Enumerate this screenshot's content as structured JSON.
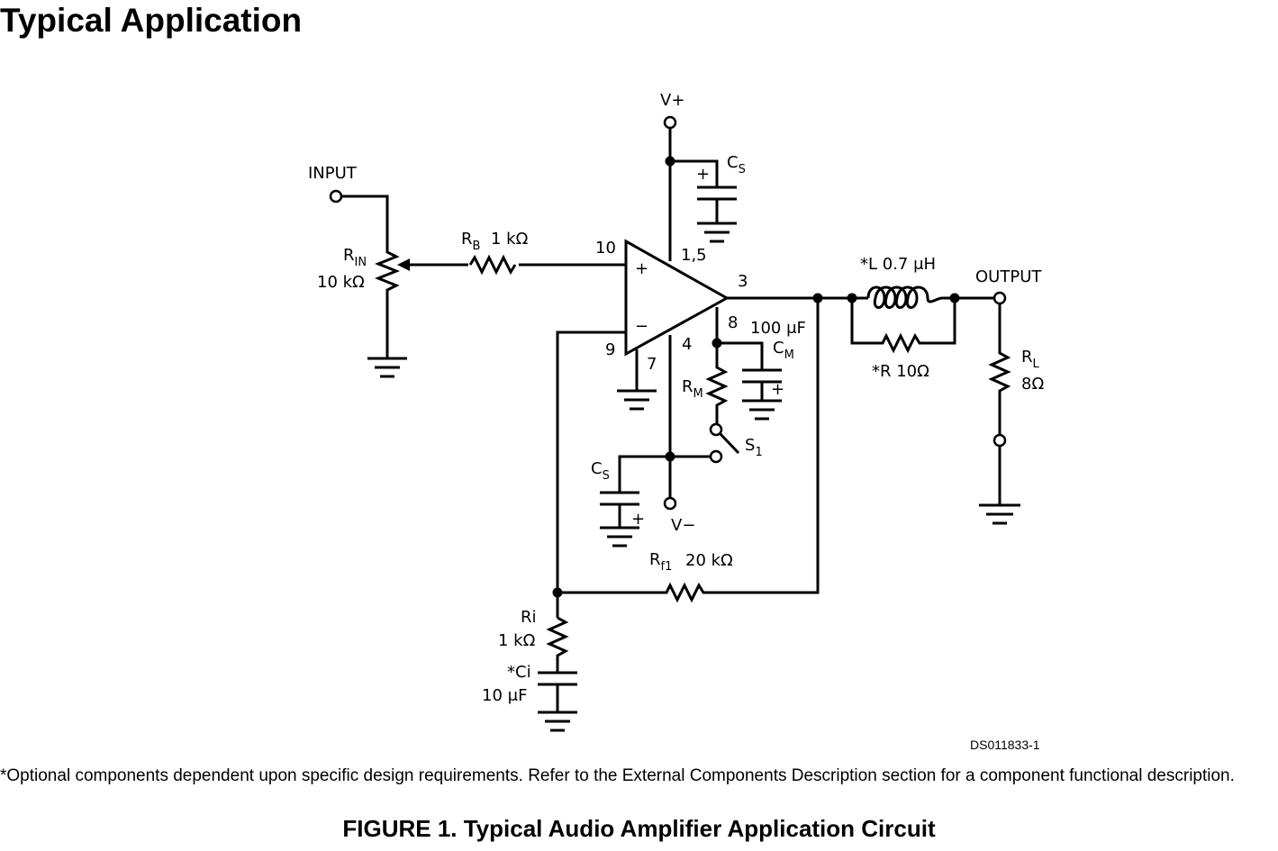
{
  "heading": "Typical Application",
  "diagram": {
    "input_label": "INPUT",
    "output_label": "OUTPUT",
    "vplus": "V+",
    "vminus": "V−",
    "rin": {
      "name": "R",
      "sub": "IN",
      "value": "10 kΩ"
    },
    "rb": {
      "name": "R",
      "sub": "B",
      "value": "1 kΩ"
    },
    "cs_top": {
      "name": "C",
      "sub": "S"
    },
    "cs_bottom": {
      "name": "C",
      "sub": "S"
    },
    "cm": {
      "name": "C",
      "sub": "M",
      "value": "100 μF"
    },
    "rm": {
      "name": "R",
      "sub": "M"
    },
    "s1": {
      "name": "S",
      "sub": "1"
    },
    "l": {
      "label": "*L  0.7 μH"
    },
    "r_snub": {
      "label": "*R  10Ω"
    },
    "rl": {
      "name": "R",
      "sub": "L",
      "value": "8Ω"
    },
    "rf1": {
      "name": "R",
      "sub": "f1",
      "value": "20 kΩ"
    },
    "ri": {
      "name": "Ri",
      "value": "1 kΩ"
    },
    "ci": {
      "name": "*Ci",
      "value": "10 μF"
    },
    "plus_sign": "+",
    "minus_sign": "−",
    "pins": {
      "p10": "10",
      "p15": "1,5",
      "p3": "3",
      "p8": "8",
      "p4": "4",
      "p9": "9",
      "p7": "7"
    },
    "doc_id": "DS011833-1"
  },
  "footnote": "*Optional components dependent upon specific design requirements. Refer to the External Components Description section for a component functional description.",
  "caption": "FIGURE 1. Typical Audio Amplifier Application Circuit"
}
